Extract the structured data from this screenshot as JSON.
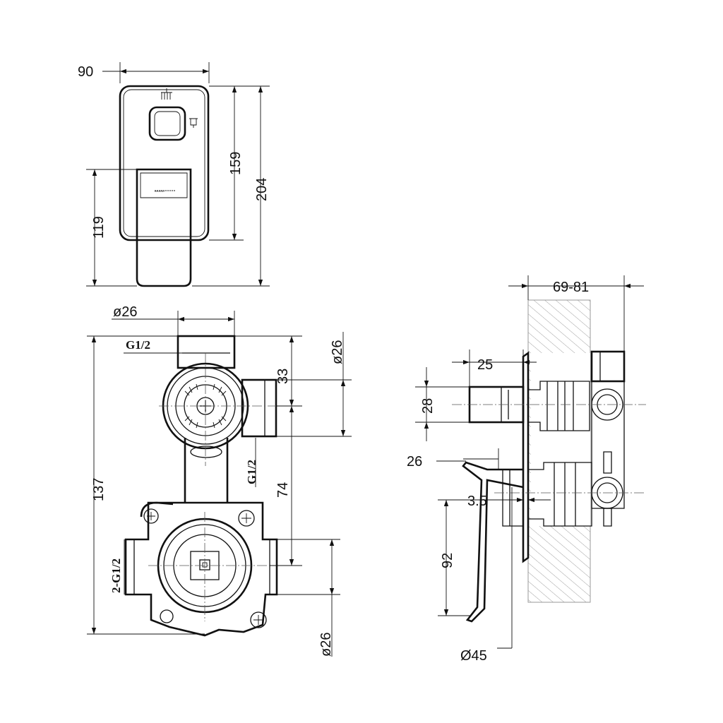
{
  "front_view": {
    "width": "90",
    "height_total": "204",
    "height_plate": "159",
    "lever_height": "119",
    "brand_mark": "BRAND"
  },
  "body_view": {
    "top_port_diameter": "ø26",
    "top_thread": "G1/2",
    "right_port_diameter": "ø26",
    "upper_offset": "33",
    "side_thread": "G1/2",
    "overall_height": "137",
    "center_distance": "74",
    "bottom_thread": "2-G1/2",
    "bottom_port_diameter": "ø26"
  },
  "side_view": {
    "wall_depth": "69-81",
    "cartridge_length": "25",
    "cartridge_diameter": "28",
    "lever_offset": "26",
    "plate_thickness": "3.5",
    "lever_length": "92",
    "escutcheon_diameter": "Ø45"
  },
  "colors": {
    "line": "#111111",
    "hatch": "#9a9a9a"
  }
}
